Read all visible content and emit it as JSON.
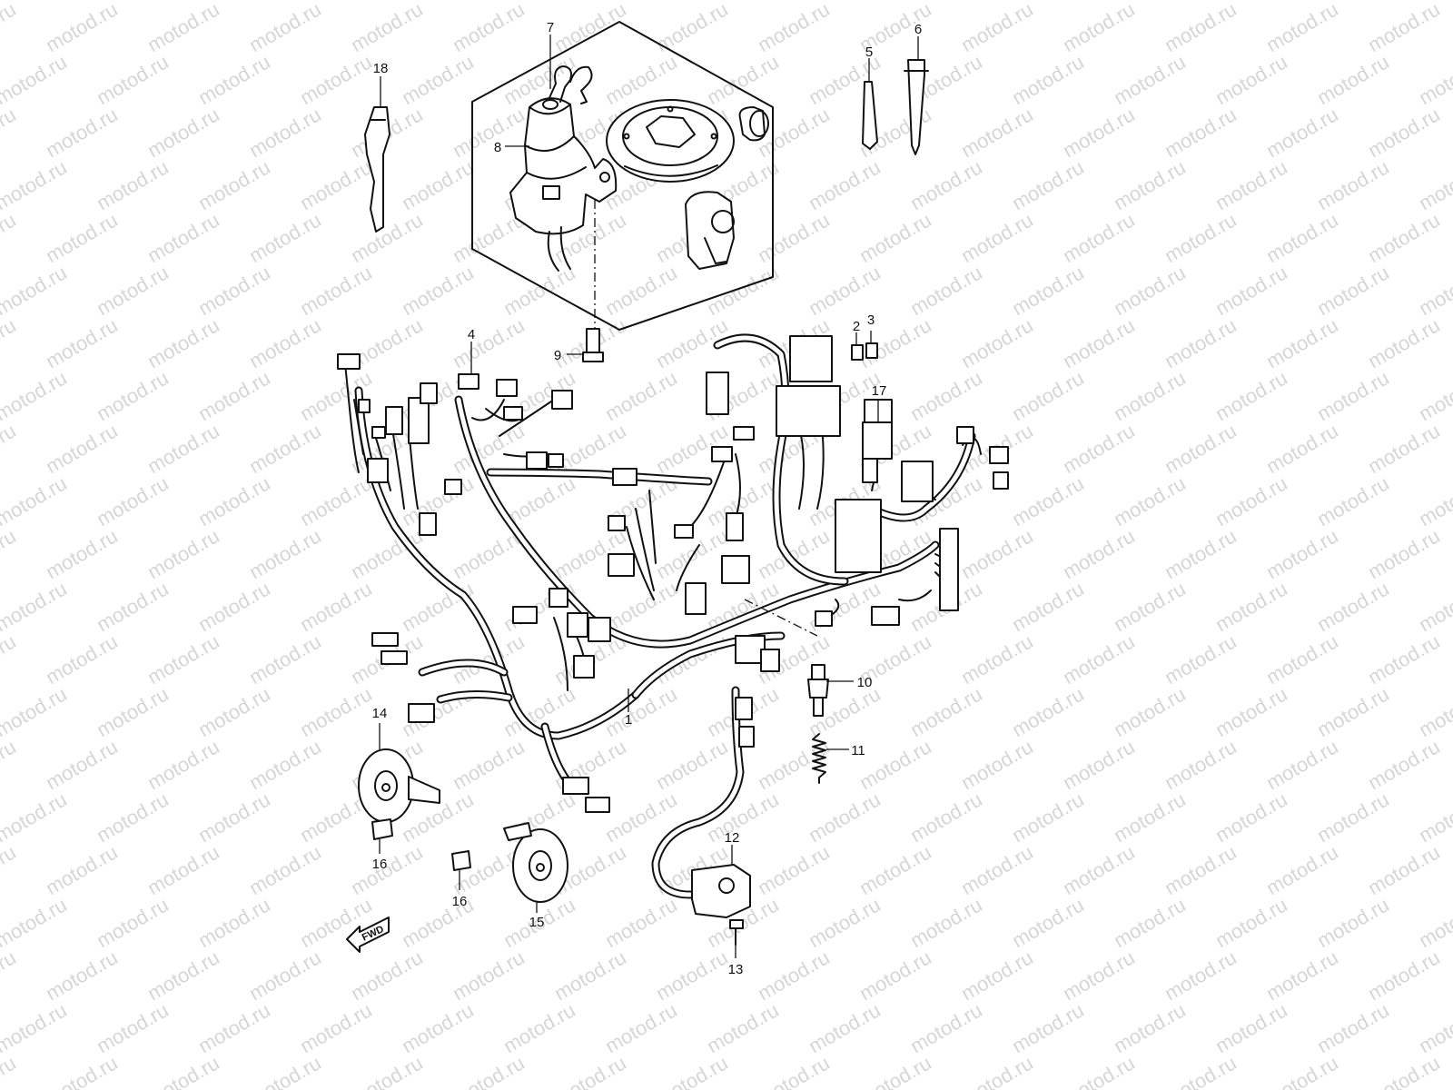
{
  "watermark": {
    "text": "motod.ru",
    "color": "#d6d6d6"
  },
  "direction_marker": {
    "label": "FWD",
    "icon": "fwd-arrow-icon"
  },
  "callouts": [
    {
      "id": "1",
      "part": "wiring-harness"
    },
    {
      "id": "2",
      "part": "fuse"
    },
    {
      "id": "3",
      "part": "fuse"
    },
    {
      "id": "4",
      "part": "connector"
    },
    {
      "id": "5",
      "part": "band"
    },
    {
      "id": "6",
      "part": "clamp"
    },
    {
      "id": "7",
      "part": "lock-set"
    },
    {
      "id": "8",
      "part": "ignition-switch"
    },
    {
      "id": "9",
      "part": "bolt"
    },
    {
      "id": "10",
      "part": "neutral-switch"
    },
    {
      "id": "11",
      "part": "spring"
    },
    {
      "id": "12",
      "part": "rear-brake-switch"
    },
    {
      "id": "13",
      "part": "screw"
    },
    {
      "id": "14",
      "part": "horn"
    },
    {
      "id": "15",
      "part": "horn"
    },
    {
      "id": "16",
      "part": "bolt"
    },
    {
      "id": "17",
      "part": "relay"
    },
    {
      "id": "18",
      "part": "key-blank"
    }
  ]
}
